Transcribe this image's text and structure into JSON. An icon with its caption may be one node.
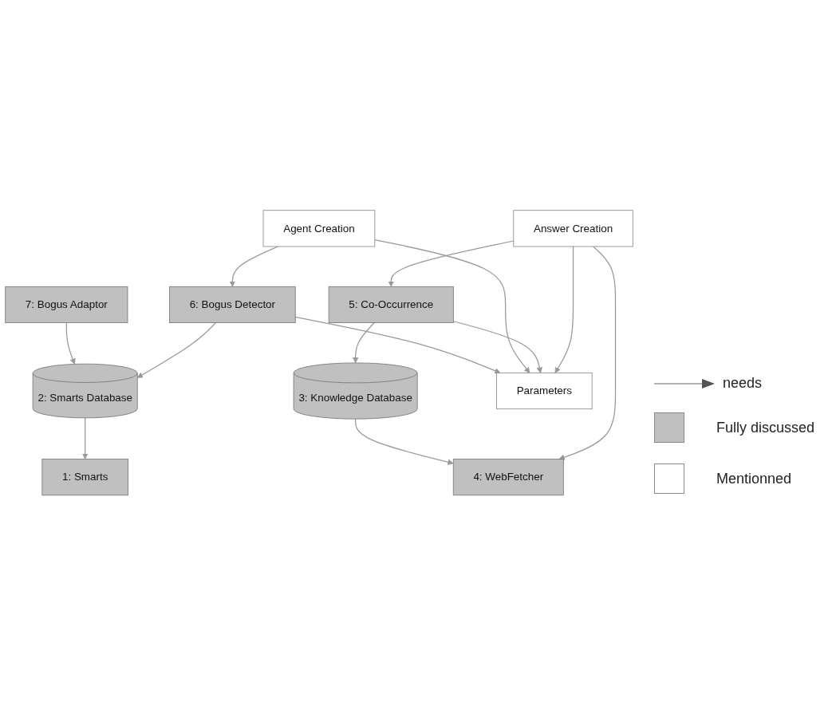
{
  "diagram": {
    "nodes": [
      {
        "text": [
          "2: Smarts Database"
        ]
      },
      {
        "text": [
          "3: Knowledge Database"
        ]
      },
      {
        "text": [
          "7: Bogus Adaptor"
        ]
      },
      {
        "text": [
          "1: Smarts"
        ]
      },
      {
        "text": [
          "6: Bogus Detector"
        ]
      },
      {
        "text": [
          "4: WebFetcher"
        ]
      },
      {
        "text": [
          "5: Co-Occurrence"
        ]
      },
      {
        "text": [
          "Agent Creation"
        ]
      },
      {
        "text": [
          "Answer Creation"
        ]
      },
      {
        "text": [
          "Parameters"
        ]
      }
    ],
    "edges": [
      {
        "from": 0,
        "to": 3,
        "arrow": "to"
      },
      {
        "from": 2,
        "to": 0,
        "arrow": "to"
      },
      {
        "from": 1,
        "to": 5,
        "arrow": "to"
      },
      {
        "from": 6,
        "to": 1,
        "arrow": "to"
      },
      {
        "from": 4,
        "to": 0,
        "arrow": "to"
      },
      {
        "from": 7,
        "to": 4,
        "arrow": "to"
      },
      {
        "from": 4,
        "to": 9,
        "arrow": "to"
      },
      {
        "from": 7,
        "to": 9,
        "arrow": "to"
      },
      {
        "from": 8,
        "to": 5,
        "arrow": "to"
      },
      {
        "from": 8,
        "to": 6,
        "arrow": "to"
      },
      {
        "from": 6,
        "to": 9,
        "arrow": "to"
      },
      {
        "from": 8,
        "to": 9,
        "arrow": "to"
      }
    ],
    "legend": [
      {
        "text": "needs"
      },
      {
        "text": "Fully discussed",
        "color": "#c0c0c0"
      },
      {
        "text": "Mentionned",
        "color": "#ffffff"
      }
    ]
  }
}
